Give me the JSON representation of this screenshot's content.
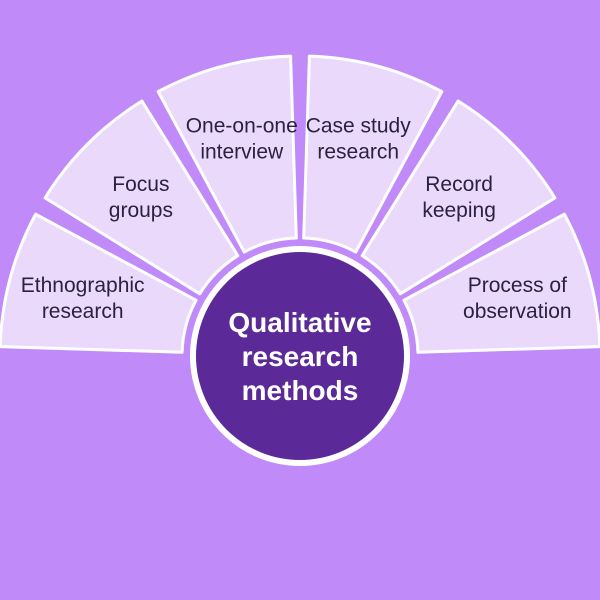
{
  "diagram": {
    "center": {
      "lines": [
        "Qualitative",
        "research",
        "methods"
      ]
    },
    "segments": [
      {
        "id": "ethnographic-research",
        "lines": [
          "Ethnographic",
          "research"
        ]
      },
      {
        "id": "focus-groups",
        "lines": [
          "Focus",
          "groups"
        ]
      },
      {
        "id": "one-on-one-interview",
        "lines": [
          "One-on-one",
          "interview"
        ]
      },
      {
        "id": "case-study-research",
        "lines": [
          "Case study",
          "research"
        ]
      },
      {
        "id": "record-keeping",
        "lines": [
          "Record",
          "keeping"
        ]
      },
      {
        "id": "process-of-observation",
        "lines": [
          "Process of",
          "observation"
        ]
      }
    ]
  },
  "colors": {
    "background": "#c08af9",
    "segment_fill": "#ead9fb",
    "segment_stroke": "#ffffff",
    "center_fill": "#5b2a98",
    "center_ring": "#ffffff",
    "segment_text": "#2b2140",
    "center_text": "#ffffff"
  }
}
